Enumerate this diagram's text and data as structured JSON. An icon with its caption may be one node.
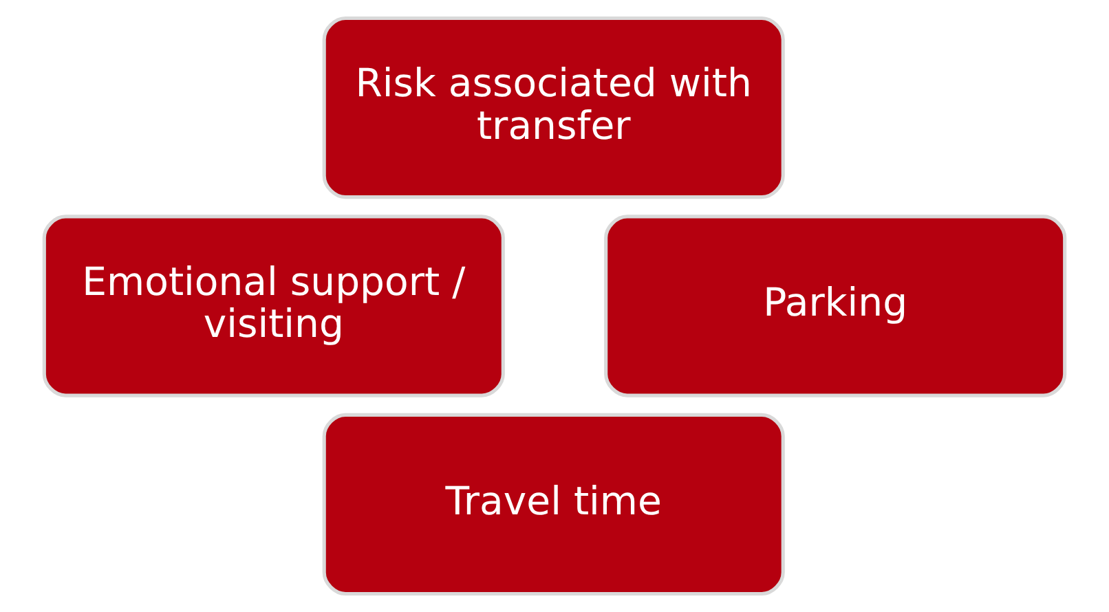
{
  "diagram": {
    "nodes": [
      {
        "text": [
          "Risk associated with transfer"
        ]
      },
      {
        "text": [
          "Emotional support / visiting"
        ]
      },
      {
        "text": [
          "Parking"
        ]
      },
      {
        "text": [
          "Travel time"
        ]
      }
    ]
  }
}
